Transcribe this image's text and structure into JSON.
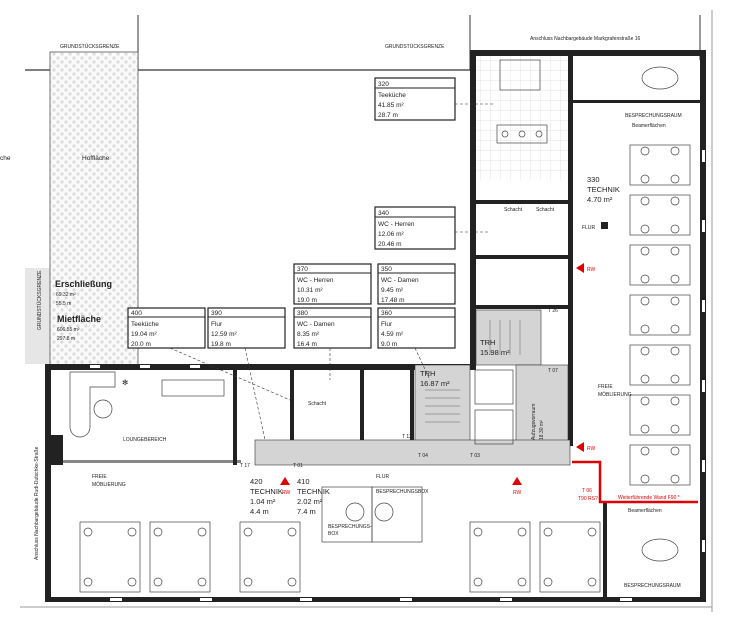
{
  "plan": {
    "property_line_labels": [
      "GRUNDSTÜCKSGRENZE",
      "GRUNDSTÜCKSGRENZE",
      "GRUNDSTÜCKSGRENZE"
    ],
    "neighbor_top": "Anschluss Nachbargebäude Markgrafenstraße 16",
    "neighbor_left": "Anschluss Nachbargebäude Rudi-Dutschke-Straße",
    "courtyard": "Hoffläche",
    "courtyard_partial": "che",
    "summary": {
      "erschliessung": {
        "title": "Erschließung",
        "area": "69.32 m²",
        "perimeter": "55.5 m"
      },
      "mietflaeche": {
        "title": "Mietfläche",
        "area": "606.55 m²",
        "perimeter": "297.8 m"
      }
    },
    "rooms": [
      {
        "no": "320",
        "name": "Teeküche",
        "area": "41.85 m²",
        "perimeter": "28.7 m"
      },
      {
        "no": "340",
        "name": "WC - Herren",
        "area": "12.06 m²",
        "perimeter": "20.46 m"
      },
      {
        "no": "370",
        "name": "WC - Herren",
        "area": "10.31 m²",
        "perimeter": "19.0 m"
      },
      {
        "no": "350",
        "name": "WC - Damen",
        "area": "9.45 m²",
        "perimeter": "17.48 m"
      },
      {
        "no": "400",
        "name": "Teeküche",
        "area": "19.04 m²",
        "perimeter": "20.0 m"
      },
      {
        "no": "390",
        "name": "Flur",
        "area": "12.59 m²",
        "perimeter": "19.8 m"
      },
      {
        "no": "380",
        "name": "WC - Damen",
        "area": "8.35 m²",
        "perimeter": "16.4 m"
      },
      {
        "no": "360",
        "name": "Flur",
        "area": "4.59 m²",
        "perimeter": "9.0 m"
      }
    ],
    "technik": [
      {
        "no": "330",
        "name": "TECHNIK",
        "area": "4.70 m²"
      },
      {
        "no": "420",
        "name": "TECHNIK",
        "area": "1.04 m²",
        "perimeter": "4.4 m"
      },
      {
        "no": "410",
        "name": "TECHNIK",
        "area": "2.02 m²",
        "perimeter": "7.4 m"
      }
    ],
    "trh": [
      {
        "name": "TRH",
        "area": "15.98 m²"
      },
      {
        "name": "TRH",
        "area": "16.87 m²"
      }
    ],
    "aufzug": {
      "name": "Aufzugsvorraum",
      "area": "18.30 m²"
    },
    "labels": {
      "flur": "FLUR",
      "freie": "FREIE",
      "moeblierung": "MÖBLIERUNG",
      "lounge": "LOUNGEBEREICH",
      "besprechungsraum": "BESPRECHUNGSRAUM",
      "beamer": "Beamerflächen",
      "box1": "BESPRECHUNGS-",
      "box1b": "BOX",
      "box2": "BESPRECHUNGSBOX",
      "schacht": "Schacht",
      "rw": "RW",
      "door_t06": "T 06",
      "door_t90": "T90 RS?",
      "fire_wall": "Weiterführende Wand F90 *",
      "doors": [
        "T 01",
        "T 03",
        "T 04",
        "T 07",
        "T 12",
        "T 17",
        "T 26"
      ]
    },
    "colors": {
      "fire": "#e00000",
      "wall": "#222222",
      "core": "#d4d4d4"
    }
  }
}
